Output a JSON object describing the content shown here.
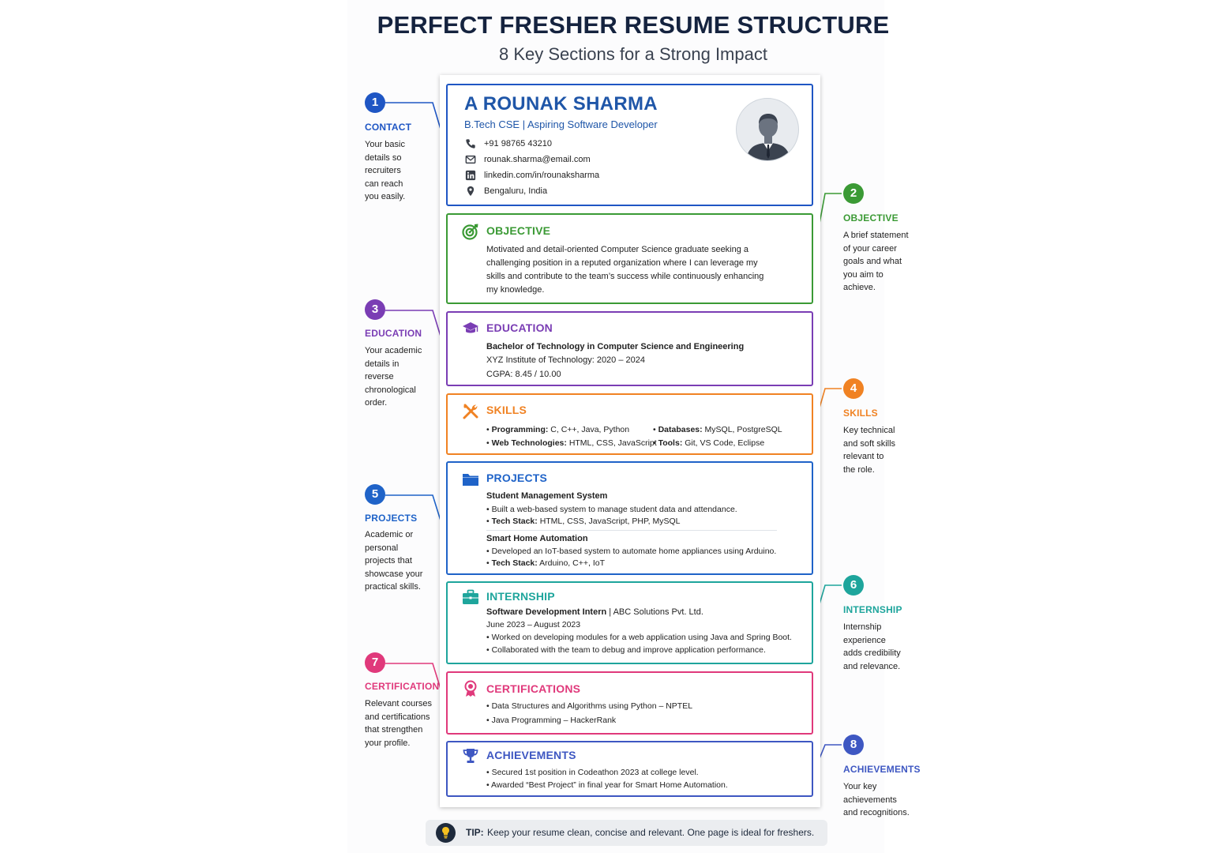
{
  "header": {
    "title": "PERFECT FRESHER RESUME STRUCTURE",
    "subtitle": "8 Key Sections for a Strong Impact"
  },
  "colors": {
    "contact": "#1f56c4",
    "objective": "#3b9a35",
    "education": "#7a3db4",
    "skills": "#f08223",
    "projects": "#1f63c8",
    "internship": "#1ea59c",
    "certifications": "#e0397b",
    "achievements": "#3e57c2"
  },
  "resume": {
    "contact": {
      "name": "A ROUNAK SHARMA",
      "tagline": "B.Tech CSE | Aspiring Software Developer",
      "phone": "+91 98765 43210",
      "email": "rounak.sharma@email.com",
      "linkedin": "linkedin.com/in/rounaksharma",
      "location": "Bengaluru, India"
    },
    "objective": {
      "title": "OBJECTIVE",
      "lines": [
        "Motivated and detail-oriented Computer Science graduate seeking a",
        "challenging position in a reputed organization where I can leverage my",
        "skills and contribute to the team’s success while continuously enhancing",
        "my knowledge."
      ]
    },
    "education": {
      "title": "EDUCATION",
      "degree": "Bachelor of Technology in Computer Science and Engineering",
      "institute": "XYZ Institute of Technology: 2020 – 2024",
      "cgpa": "CGPA: 8.45 / 10.00"
    },
    "skills": {
      "title": "SKILLS",
      "items": [
        {
          "label": "Programming:",
          "value": "C, C++, Java, Python"
        },
        {
          "label": "Web Technologies:",
          "value": "HTML, CSS, JavaScript"
        },
        {
          "label": "Databases:",
          "value": "MySQL, PostgreSQL"
        },
        {
          "label": "Tools:",
          "value": "Git, VS Code, Eclipse"
        }
      ]
    },
    "projects": {
      "title": "PROJECTS",
      "items": [
        {
          "name": "Student Management System",
          "desc": "• Built a web-based system to manage student data and attendance.",
          "stack_label": "Tech Stack:",
          "stack": "HTML, CSS, JavaScript, PHP, MySQL"
        },
        {
          "name": "Smart Home Automation",
          "desc": "• Developed an IoT-based system to automate home appliances using Arduino.",
          "stack_label": "Tech Stack:",
          "stack": "Arduino, C++, IoT"
        }
      ]
    },
    "internship": {
      "title": "INTERNSHIP",
      "role": "Software Development Intern",
      "company": " | ABC Solutions Pvt. Ltd.",
      "dates": "June 2023 – August 2023",
      "bullets": [
        "• Worked on developing modules for a web application using Java and Spring Boot.",
        "• Collaborated with the team to debug and improve application performance."
      ]
    },
    "certifications": {
      "title": "CERTIFICATIONS",
      "bullets": [
        "• Data Structures and Algorithms using Python – NPTEL",
        "• Java Programming – HackerRank"
      ]
    },
    "achievements": {
      "title": "ACHIEVEMENTS",
      "bullets": [
        "• Secured 1st position in Codeathon 2023 at college level.",
        "• Awarded “Best Project” in final year for Smart Home Automation."
      ]
    }
  },
  "callouts": [
    {
      "num": "1",
      "label": "CONTACT",
      "desc": [
        "Your basic",
        "details so",
        "recruiters",
        "can reach",
        "you easily."
      ]
    },
    {
      "num": "2",
      "label": "OBJECTIVE",
      "desc": [
        "A brief statement",
        "of your career",
        "goals and what",
        "you aim to",
        "achieve."
      ]
    },
    {
      "num": "3",
      "label": "EDUCATION",
      "desc": [
        "Your academic",
        "details in",
        "reverse",
        "chronological",
        "order."
      ]
    },
    {
      "num": "4",
      "label": "SKILLS",
      "desc": [
        "Key technical",
        "and soft skills",
        "relevant to",
        "the role."
      ]
    },
    {
      "num": "5",
      "label": "PROJECTS",
      "desc": [
        "Academic or",
        "personal",
        "projects that",
        "showcase your",
        "practical skills."
      ]
    },
    {
      "num": "6",
      "label": "INTERNSHIP",
      "desc": [
        "Internship",
        "experience",
        "adds credibility",
        "and relevance."
      ]
    },
    {
      "num": "7",
      "label": "CERTIFICATIONS",
      "desc": [
        "Relevant courses",
        "and certifications",
        "that strengthen",
        "your profile."
      ]
    },
    {
      "num": "8",
      "label": "ACHIEVEMENTS",
      "desc": [
        "Your key",
        "achievements",
        "and recognitions."
      ]
    }
  ],
  "tip": {
    "label": "TIP:",
    "text": "Keep your resume clean, concise and relevant. One page is ideal for freshers."
  }
}
